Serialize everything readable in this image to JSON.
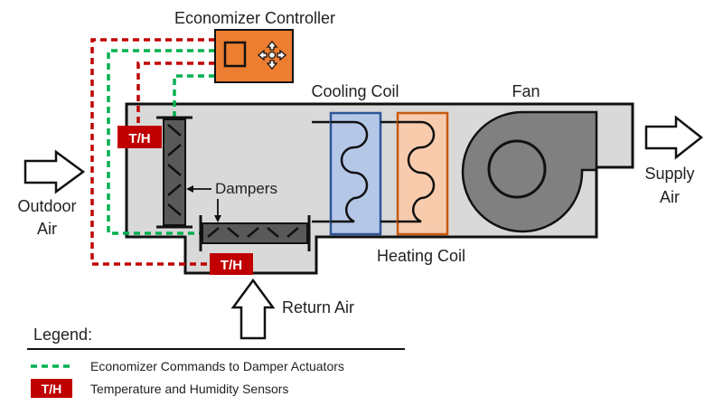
{
  "labels": {
    "controller": "Economizer Controller",
    "cooling_coil": "Cooling Coil",
    "fan": "Fan",
    "supply_air_1": "Supply",
    "supply_air_2": "Air",
    "outdoor_air_1": "Outdoor",
    "outdoor_air_2": "Air",
    "dampers": "Dampers",
    "heating_coil": "Heating Coil",
    "return_air": "Return Air"
  },
  "sensors": {
    "outdoor": "T/H",
    "return": "T/H"
  },
  "legend": {
    "title": "Legend:",
    "items": [
      {
        "symbol": "dashed-line",
        "label": "Economizer Commands to Damper Actuators"
      },
      {
        "symbol": "T/H",
        "label": "Temperature and Humidity Sensors"
      }
    ]
  },
  "colors": {
    "duct_fill": "#d9d9d9",
    "outline": "#111111",
    "controller_fill": "#ed7d31",
    "cooling_coil_fill": "#b4c7e7",
    "cooling_coil_stroke": "#2f5597",
    "heating_coil_fill": "#f8cbad",
    "heating_coil_stroke": "#c55a11",
    "fan_fill": "#808080",
    "sensor_fill": "#c00000",
    "green_line": "#00b050",
    "red_line": "#c00000",
    "damper_fill": "#595959"
  }
}
